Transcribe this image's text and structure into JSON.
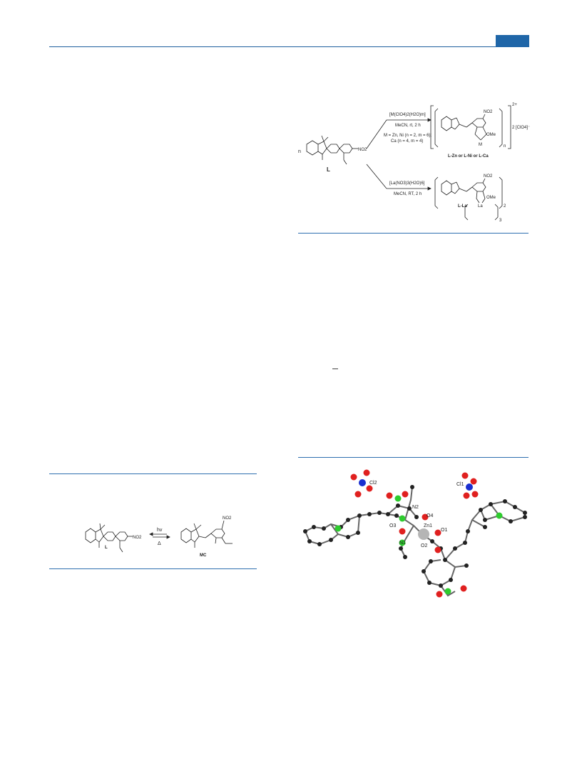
{
  "scheme_top": {
    "prefix_n": "n",
    "ligand_label": "L",
    "ligand_no2": "NO2",
    "arrow1_reagent": "[M(ClO4)2(H2O)m]",
    "arrow1_conditions": "MeCN, rt, 2 h",
    "arrow1_note_line1": "M = Zn, Ni (n = 2, m = 6);",
    "arrow1_note_line2": "Ca (n = 4, m = 4)",
    "arrow2_reagent": "[La(NO3)3(H2O)6]",
    "arrow2_conditions": "MeCN, RT, 2 h",
    "product1_charge": "2+",
    "product1_counterion": "2 [ClO4]⁻",
    "product1_subscript": "n",
    "product1_metal": "M",
    "product1_ome": "OMe",
    "product1_no2": "NO2",
    "product1_label": "L-Zn or L-Ni or L-Ca",
    "product2_metal": "La",
    "product2_ome": "OMe",
    "product2_no2": "NO2",
    "product2_sub2": "2",
    "product2_sub3": "3",
    "product2_label": "L-La"
  },
  "scheme_photo": {
    "label_L": "L",
    "label_MC": "MC",
    "arrow_top": "hv",
    "arrow_bottom": "Δ",
    "no2": "NO2"
  },
  "crystal": {
    "atoms": [
      "Cl2",
      "Cl1",
      "N2",
      "O4",
      "O3",
      "Zn1",
      "O1",
      "N1",
      "O2"
    ]
  },
  "colors": {
    "accent": "#1f66a8",
    "oxygen": "#e0201f",
    "nitrogen": "#2ecc2e",
    "chlorine": "#1a2fd0",
    "carbon": "#222222",
    "zinc": "#b5b5b5"
  }
}
